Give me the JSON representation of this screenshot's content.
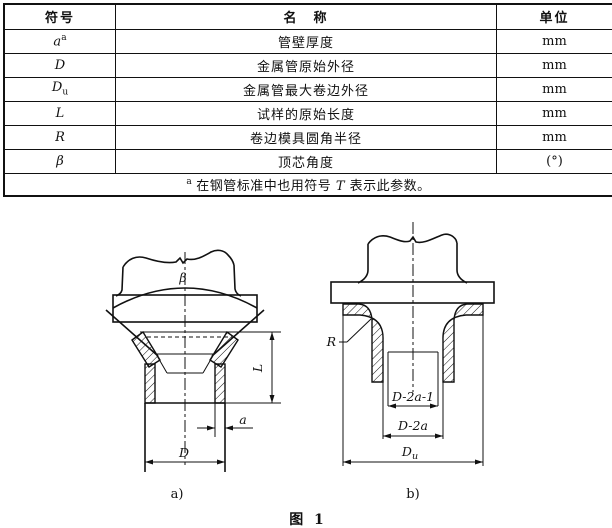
{
  "table": {
    "headers": {
      "symbol": "符号",
      "name": "名　称",
      "unit": "单位"
    },
    "rows": [
      {
        "sym_main": "a",
        "sym_sup": "a",
        "name": "管壁厚度",
        "unit": "mm"
      },
      {
        "sym_main": "D",
        "name": "金属管原始外径",
        "unit": "mm"
      },
      {
        "sym_main": "D",
        "sym_sub": "u",
        "name": "金属管最大卷边外径",
        "unit": "mm"
      },
      {
        "sym_main": "L",
        "name": "试样的原始长度",
        "unit": "mm"
      },
      {
        "sym_main": "R",
        "name": "卷边模具圆角半径",
        "unit": "mm"
      },
      {
        "sym_main": "β",
        "name": "顶芯角度",
        "unit": "(°)"
      }
    ],
    "footnote": {
      "sup": "a",
      "pre": "在钢管标准中也用符号 ",
      "t": "T",
      "post": " 表示此参数。"
    }
  },
  "figure": {
    "caption": "图 1",
    "sub_a": "a)",
    "sub_b": "b)",
    "labels": {
      "beta": "β",
      "L": "L",
      "a": "a",
      "D": "D",
      "R": "R",
      "d2a1": "D-2a-1",
      "d2a": "D-2a",
      "du_main": "D",
      "du_sub": "u"
    },
    "ink_color": "#111111",
    "paper_color": "#ffffff"
  }
}
